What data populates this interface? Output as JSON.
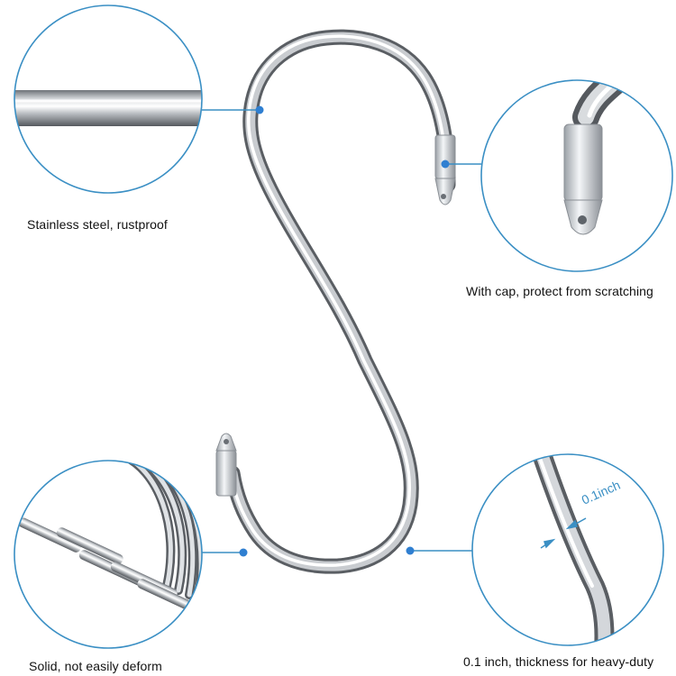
{
  "captions": {
    "material": "Stainless steel,  rustproof",
    "cap": "With cap,  protect from scratching",
    "solid": "Solid, not easily deform",
    "thickness": "0.1 inch, thickness for heavy-duty"
  },
  "measure_label": "0.1inch",
  "colors": {
    "callout_circle": "#3a8fc4",
    "callout_line": "#3a8fc4",
    "marker_dot": "#2f7fd1",
    "steel_dark": "#5c6066",
    "steel_light": "#eef0f2",
    "background": "#ffffff"
  },
  "icons": {
    "hook": "s-hook",
    "detail_rod": "steel-rod-closeup",
    "detail_cap": "cap-tip-closeup",
    "detail_stack": "stacked-hooks-closeup",
    "detail_bend": "bend-thickness-closeup"
  }
}
